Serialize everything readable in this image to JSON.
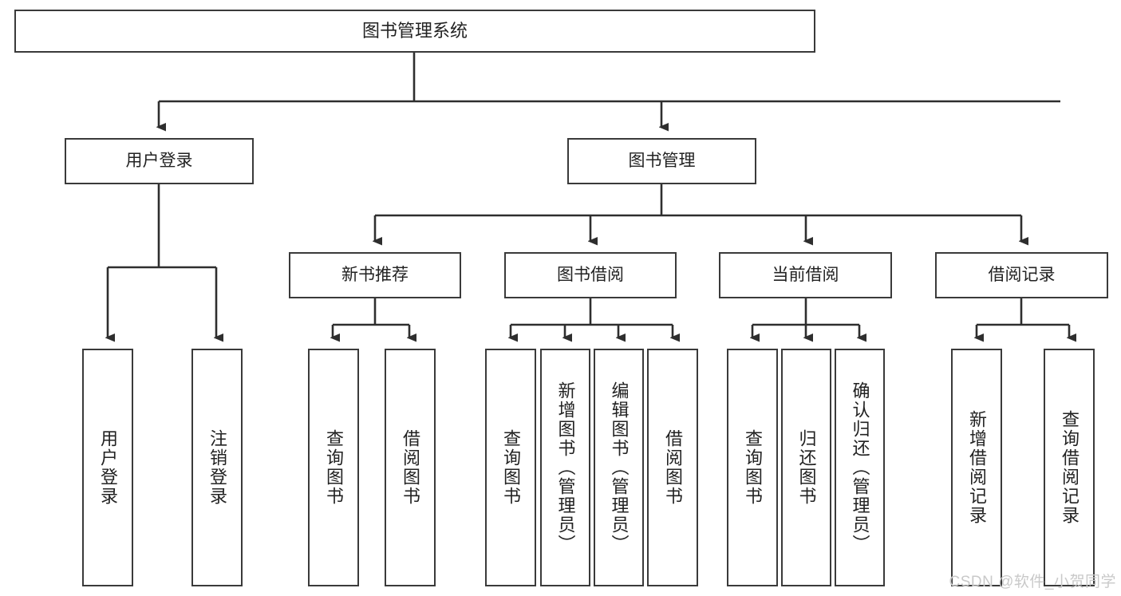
{
  "diagram": {
    "title": "图书管理系统",
    "type": "tree-hierarchy",
    "root": {
      "label": "图书管理系统"
    },
    "level2": [
      {
        "label": "用户登录"
      },
      {
        "label": "图书管理"
      }
    ],
    "level3": [
      {
        "label": "新书推荐"
      },
      {
        "label": "图书借阅"
      },
      {
        "label": "当前借阅"
      },
      {
        "label": "借阅记录"
      }
    ],
    "leaves": {
      "user_login": [
        {
          "label": "用户登录"
        },
        {
          "label": "注销登录"
        }
      ],
      "new_book_recommend": [
        {
          "label": "查询图书"
        },
        {
          "label": "借阅图书"
        }
      ],
      "book_borrow": [
        {
          "label": "查询图书"
        },
        {
          "label": "新增图书（管理员）"
        },
        {
          "label": "编辑图书（管理员）"
        },
        {
          "label": "借阅图书"
        }
      ],
      "current_borrow": [
        {
          "label": "查询图书"
        },
        {
          "label": "归还图书"
        },
        {
          "label": "确认归还（管理员）"
        }
      ],
      "borrow_record": [
        {
          "label": "新增借阅记录"
        },
        {
          "label": "查询借阅记录"
        }
      ]
    }
  },
  "watermark": {
    "text": "CSDN @软件_小贺同学"
  },
  "colors": {
    "stroke": "#3a3a3a",
    "background": "#ffffff",
    "text": "#222222",
    "watermark": "#c9c9c9"
  }
}
